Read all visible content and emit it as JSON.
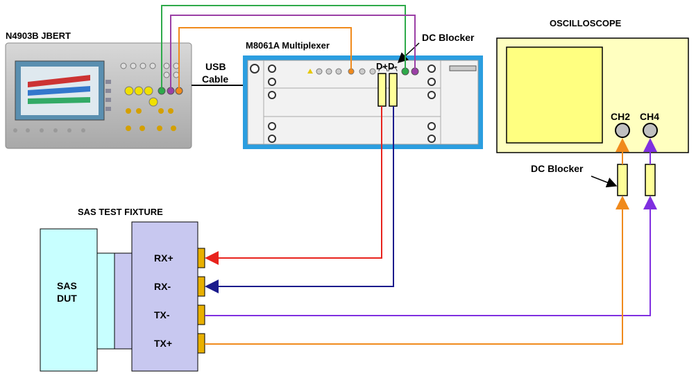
{
  "title": "",
  "instruments": {
    "jbert": "N4903B JBERT",
    "usb_line1": "USB",
    "usb_line2": "Cable",
    "multiplexer": "M8061A Multiplexer",
    "dc_blocker_top": "DC Blocker",
    "d_plus_minus": "D+D-",
    "oscilloscope": "OSCILLOSCOPE",
    "ch2": "CH2",
    "ch4": "CH4",
    "dc_blocker_right": "DC Blocker",
    "fixture": "SAS TEST FIXTURE",
    "dut_line1": "SAS",
    "dut_line2": "DUT",
    "rx_plus": "RX+",
    "rx_minus": "RX-",
    "tx_minus": "TX-",
    "tx_plus": "TX+"
  },
  "colors": {
    "cable_green": "#2eaa4a",
    "cable_purple": "#9b3fa6",
    "cable_orange": "#f08a1c",
    "cable_red": "#e8231d",
    "cable_navy": "#1a1a8c",
    "cable_violet": "#7f2fe0",
    "mux_border": "#2b9ee0",
    "scope_fill": "#ffffc0",
    "dut_fill": "#c8ffff",
    "fixture_fill": "#c8c8f0",
    "connector": "#e8b000"
  }
}
